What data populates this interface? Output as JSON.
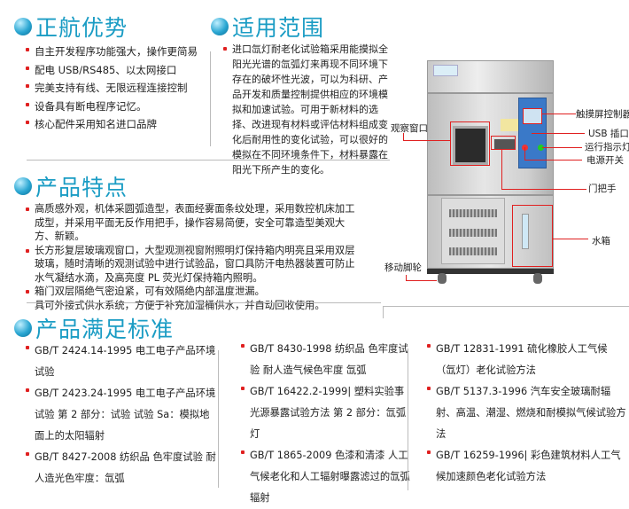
{
  "advantages": {
    "title": "正航优势",
    "items": [
      "自主开发程序功能强大，操作更简易",
      "配电 USB/RS485、以太网接口",
      "完美支持有线、无限远程连接控制",
      "设备具有断电程序记忆。",
      "核心配件采用知名进口品牌"
    ]
  },
  "scope": {
    "title": "适用范围",
    "text": "进口氙灯耐老化试验箱采用能摸拟全阳光光谱的氙弧灯来再现不同环境下存在的破坏性光波，可以为科研、产品开发和质量控制提供相应的环境模拟和加速试验。可用于新材料的选择、改进现有材料或评估材料组成变化后耐用性的变化试验，可以很好的模拟在不同环境条件下，材料暴露在阳光下所产生的变化。"
  },
  "product": {
    "labels": {
      "touchscreen": "触摸屏控制器",
      "usb": "USB 插口",
      "indicator": "运行指示灯",
      "power": "电源开关",
      "window": "观察窗口",
      "handle": "门把手",
      "tank": "水箱",
      "wheels": "移动脚轮"
    }
  },
  "features": {
    "title": "产品特点",
    "items": [
      "高质感外观，机体采圆弧造型，表面经雾面条纹处理，采用数控机床加工成型，并采用平面无反作用把手，操作容易简便，安全可靠造型美观大方、新颖。",
      "长方形复层玻璃观窗口，大型观测视窗附照明灯保持箱内明亮且采用双层玻璃，随时清晰的观测试验中进行试验品，窗口具防汗电热器装置可防止水气凝结水滴，及高亮度 PL 荧光灯保持箱内照明。",
      "箱门双层隔绝气密迫紧，可有效隔绝内部温度泄漏。",
      "具可外接式供水系统，方便于补充加湿桶供水，并自动回收使用。"
    ]
  },
  "standards": {
    "title": "产品满足标准",
    "col1": [
      "GB/T 2424.14-1995 电工电子产品环境试验",
      "GB/T 2423.24-1995 电工电子产品环境试验 第 2 部分：试验 试验 Sa：模拟地面上的太阳辐射",
      "GB/T 8427-2008 纺织品 色牢度试验 耐人造光色牢度：氙弧"
    ],
    "col2": [
      "GB/T 8430-1998 纺织品 色牢度试验 耐人造气候色牢度 氙弧",
      "GB/T 16422.2-1999| 塑料实验事光源暴露试验方法 第 2 部分：氙弧灯",
      "GB/T 1865-2009 色漆和清漆 人工气候老化和人工辐射曝露滤过的氙弧辐射"
    ],
    "col3": [
      "GB/T 12831-1991 硫化橡胶人工气候（氙灯）老化试验方法",
      "GB/T 5137.3-1996 汽车安全玻璃耐辐射、高温、潮湿、燃烧和耐模拟气候试验方法",
      "GB/T 16259-1996| 彩色建筑材料人工气候加速颜色老化试验方法"
    ]
  },
  "colors": {
    "heading": "#1a9cc4",
    "bullet": "#e02020",
    "callout": "#e02020"
  }
}
